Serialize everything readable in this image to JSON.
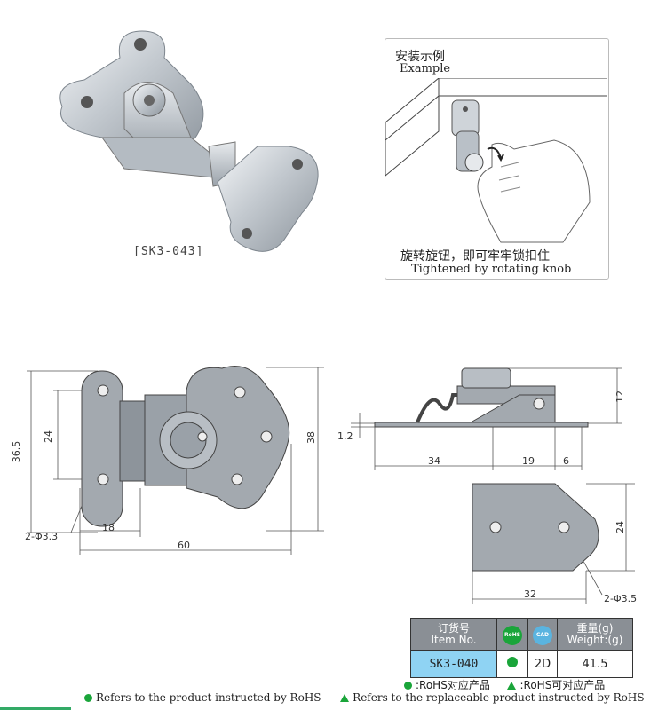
{
  "product": {
    "model_label": "[SK3-043]"
  },
  "example": {
    "title_cn": "安装示例",
    "title_en": "Example",
    "caption_cn": "旋转旋钮，即可牢牢锁扣住",
    "caption_en": "Tightened by rotating knob"
  },
  "drawing_front": {
    "dim_height_outer": "36.5",
    "dim_hole_spacing": "24",
    "dim_height_right": "38",
    "dim_hole_dia": "2-Φ3.3",
    "dim_offset": "18",
    "dim_width": "60"
  },
  "drawing_side": {
    "dim_thickness": "1.2",
    "dim_height": "12",
    "dim_a": "34",
    "dim_b": "19",
    "dim_c": "6"
  },
  "drawing_plate": {
    "dim_height": "24",
    "dim_width": "32",
    "dim_hole_dia": "2-Φ3.5"
  },
  "table": {
    "col_order_cn": "订货号",
    "col_order_en": "Item No.",
    "rohs_badge": "RoHS",
    "cad_badge": "CAD",
    "col_weight_cn": "重量(g)",
    "col_weight_en": "Weight:(g)",
    "row": {
      "item_no": "SK3-040",
      "cad": "2D",
      "weight": "41.5"
    }
  },
  "legend": {
    "cn_rohs": ":RoHS对应产品",
    "cn_replaceable": ":RoHS可对应产品",
    "en_rohs": "Refers to the product instructed by RoHS",
    "en_replaceable": "Refers to the replaceable product instructed by RoHS"
  },
  "colors": {
    "rohs_green": "#1aa53a",
    "cad_blue": "#5ab4e0",
    "header_gray": "#8a8f95",
    "model_cell": "#8fd3f3"
  }
}
